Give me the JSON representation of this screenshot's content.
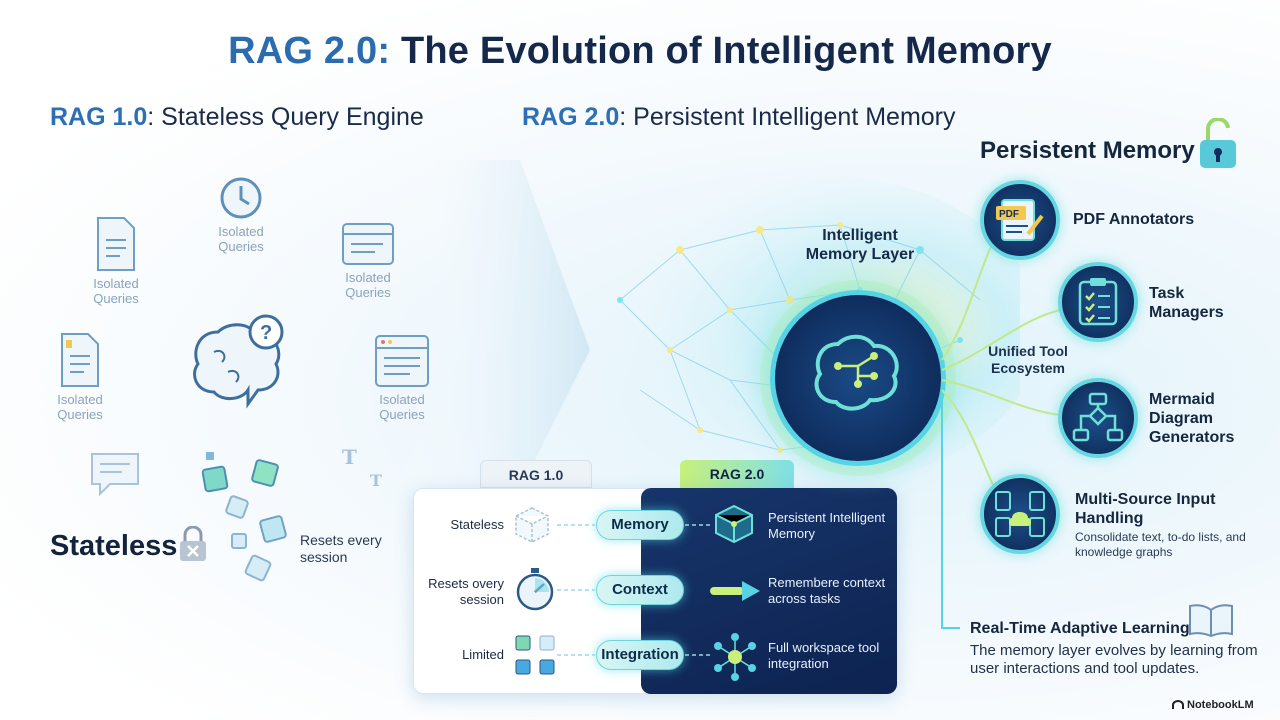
{
  "title": {
    "prefix": "RAG 2.0:",
    "rest": " The Evolution of Intelligent Memory"
  },
  "left": {
    "title_prefix": "RAG 1.0",
    "title_rest": ": Stateless Query Engine",
    "isolated_label_1": "Isolated",
    "isolated_label_2": "Queries",
    "stateless": "Stateless",
    "resets": "Resets every session"
  },
  "right": {
    "title_prefix": "RAG 2.0",
    "title_rest": ": Persistent Intelligent Memory",
    "brain_caption": "Intelligent Memory Layer",
    "unified": "Unified Tool Ecosystem",
    "persistent_title": "Persistent Memory",
    "tools": [
      {
        "label": "PDF Annotators",
        "icon": "pdf-icon"
      },
      {
        "label": "Task Managers",
        "icon": "clipboard-icon"
      },
      {
        "label": "Mermaid Diagram Generators",
        "icon": "flowchart-icon"
      },
      {
        "label": "Multi-Source Input Handling",
        "sub": "Consolidate text, to-do lists, and knowledge graphs",
        "icon": "documents-icon"
      }
    ],
    "realtime_title": "Real-Time Adaptive Learning",
    "realtime_desc": "The memory layer evolves by learning from user interactions and tool updates."
  },
  "compare": {
    "tab1": "RAG 1.0",
    "tab2": "RAG 2.0",
    "rows": [
      {
        "left": "Stateless",
        "pill": "Memory",
        "right": "Persistent Intelligent Memory"
      },
      {
        "left": "Resets overy session",
        "pill": "Context",
        "right": "Remembere context across tasks"
      },
      {
        "left": "Limited",
        "pill": "Integration",
        "right": "Full workspace tool integration"
      }
    ]
  },
  "pdf_badge": "PDF",
  "branding": "NotebookLM",
  "colors": {
    "accent": "#2b6bb0",
    "navy": "#0f2d5e",
    "cyan": "#57d3e6",
    "lime": "#c8f07a"
  }
}
